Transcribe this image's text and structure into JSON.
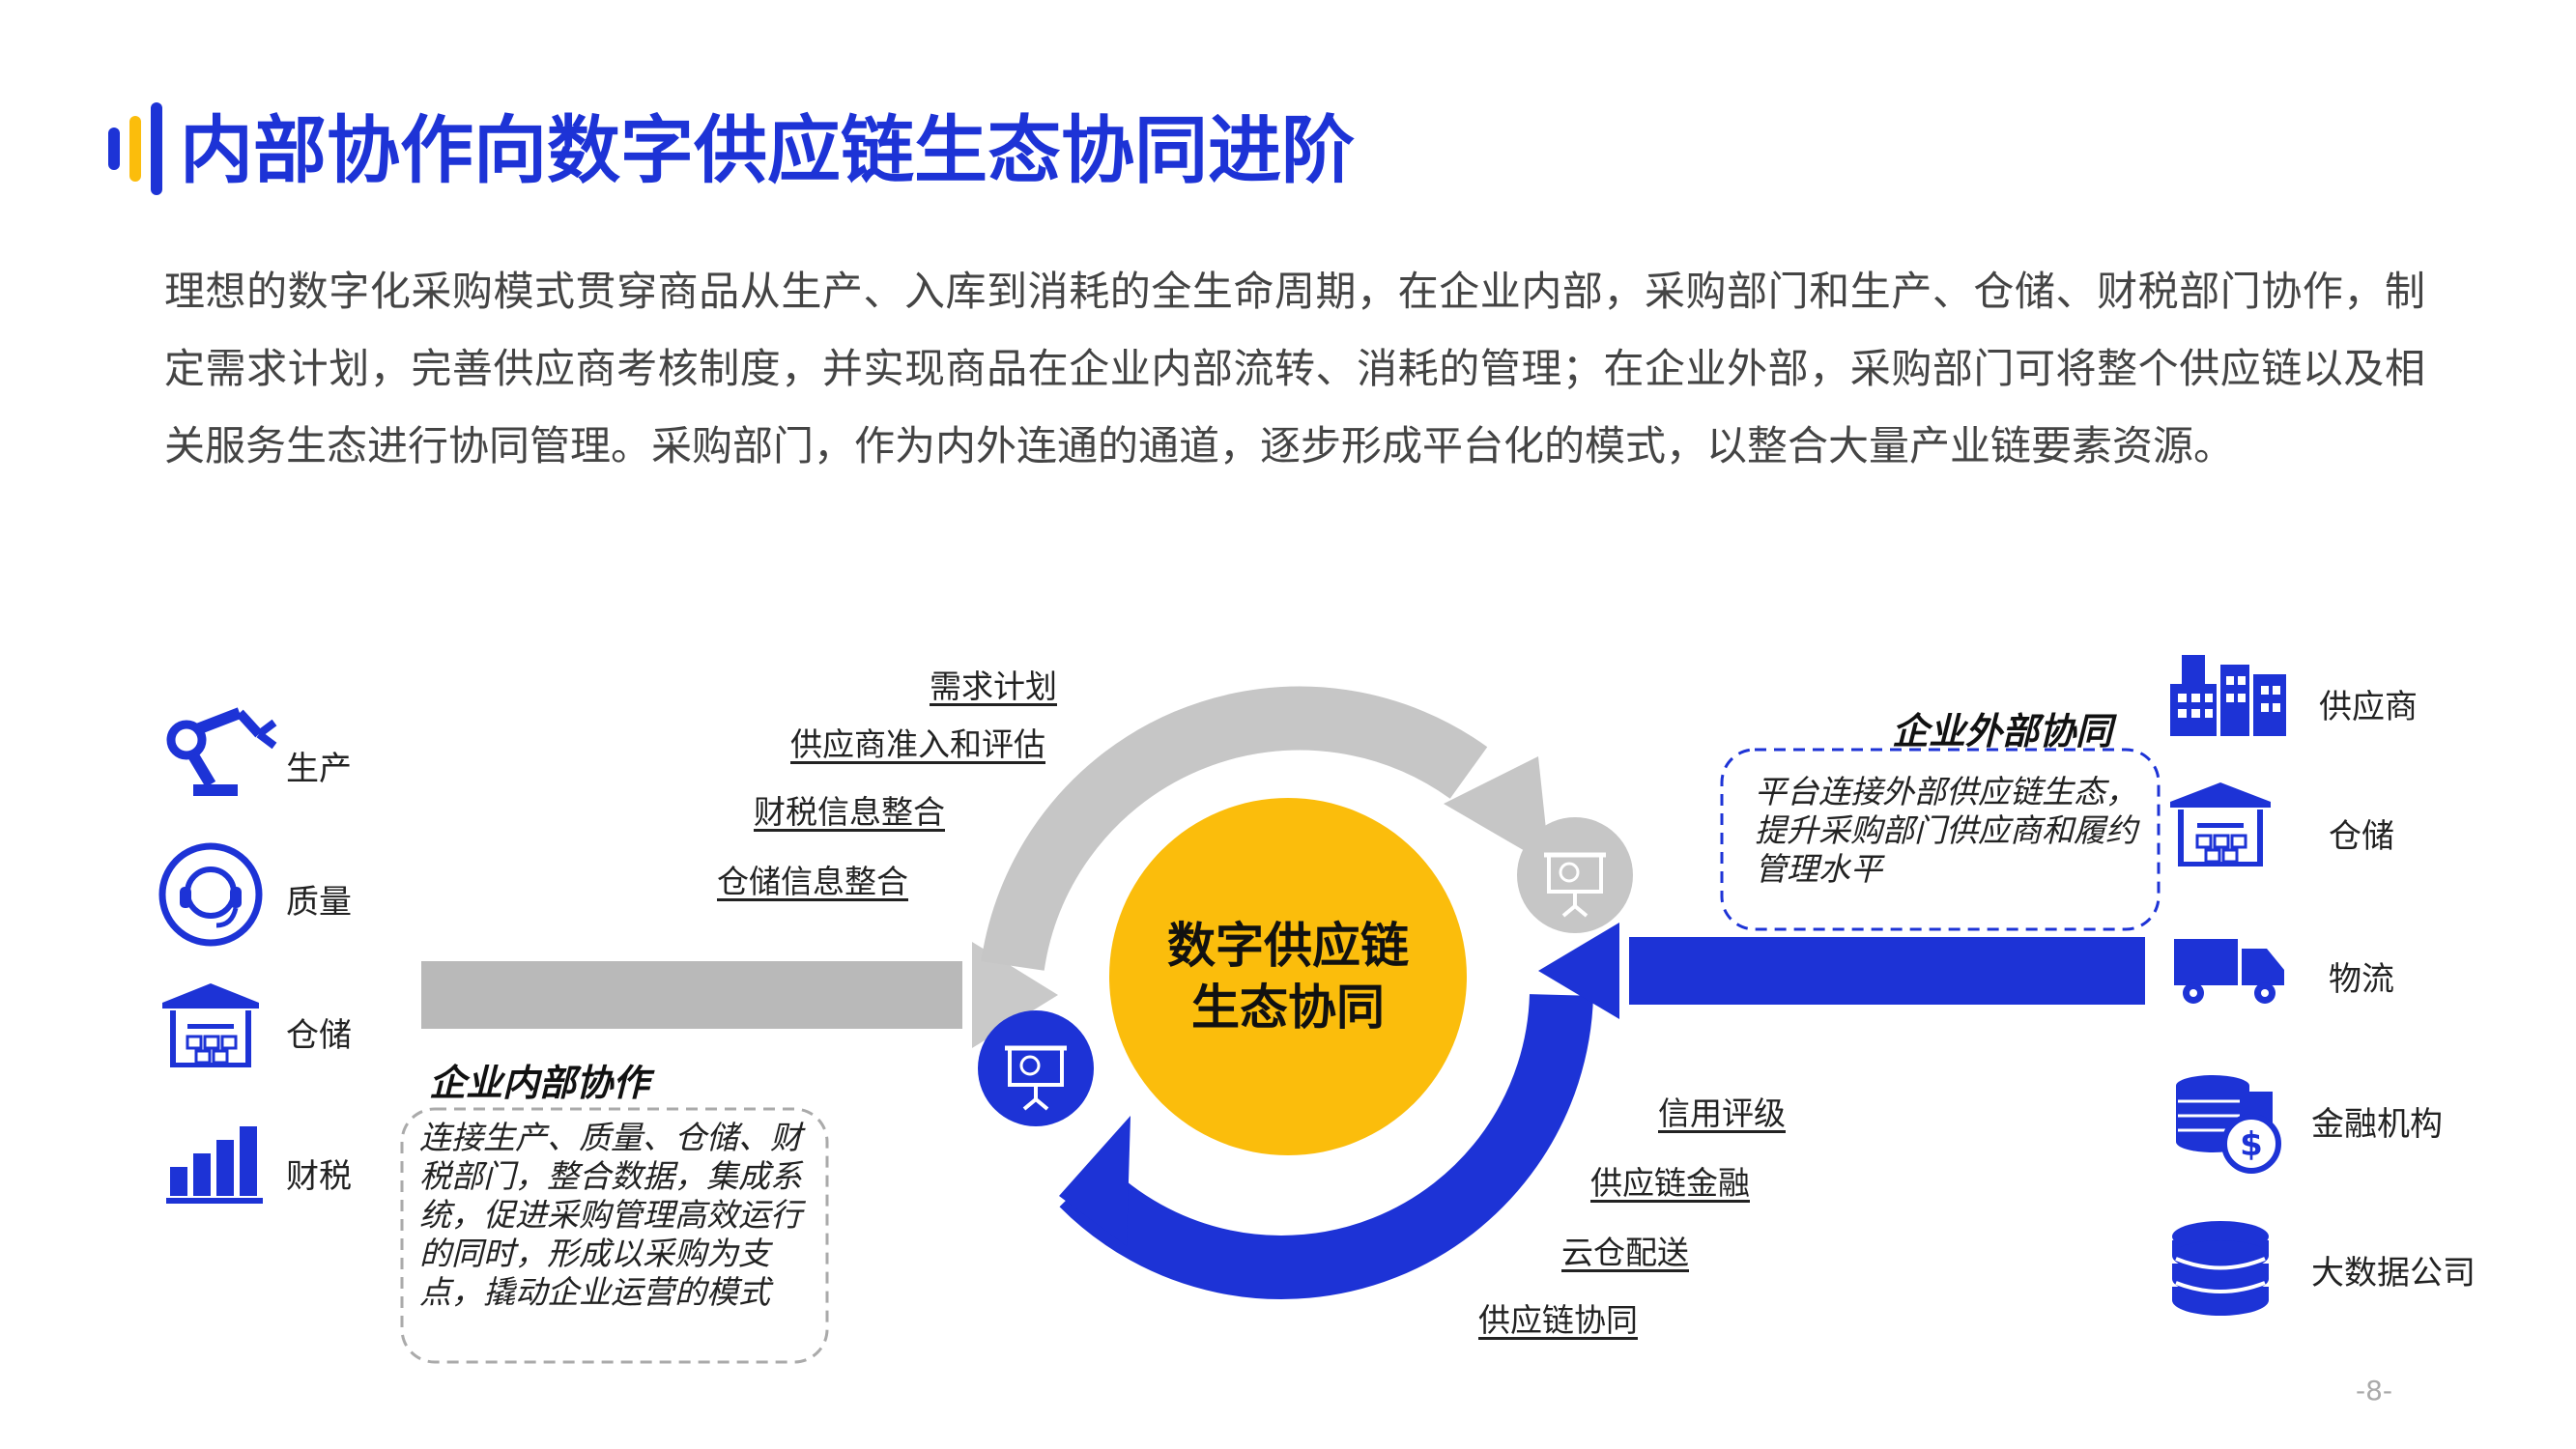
{
  "page": {
    "title": "内部协作向数字供应链生态协同进阶",
    "intro": "理想的数字化采购模式贯穿商品从生产、入库到消耗的全生命周期，在企业内部，采购部门和生产、仓储、财税部门协作，制定需求计划，完善供应商考核制度，并实现商品在企业内部流转、消耗的管理；在企业外部，采购部门可将整个供应链以及相关服务生态进行协同管理。采购部门，作为内外连通的通道，逐步形成平台化的模式，以整合大量产业链要素资源。",
    "page_number": "-8-"
  },
  "colors": {
    "brand_blue": "#1d33d6",
    "accent_yellow": "#fbbd0c",
    "arrow_gray": "#c6c6c6"
  },
  "diagram": {
    "center_line1": "数字供应链",
    "center_line2": "生态协同",
    "internal": {
      "items": [
        {
          "label": "生产",
          "icon": "robot-arm-icon"
        },
        {
          "label": "质量",
          "icon": "quality-headset-icon"
        },
        {
          "label": "仓储",
          "icon": "warehouse-icon"
        },
        {
          "label": "财税",
          "icon": "bar-chart-icon"
        }
      ],
      "section_title": "企业内部协作",
      "note": "连接生产、质量、仓储、财税部门，整合数据，集成系统，促进采购管理高效运行的同时，形成以采购为支点，撬动企业运营的模式"
    },
    "top_links": [
      "需求计划",
      "供应商准入和评估",
      "财税信息整合",
      "仓储信息整合"
    ],
    "bottom_links": [
      "信用评级",
      "供应链金融",
      "云仓配送",
      "供应链协同"
    ],
    "external": {
      "section_title": "企业外部协同",
      "note": "平台连接外部供应链生态，提升采购部门供应商和履约管理水平",
      "items": [
        {
          "label": "供应商",
          "icon": "buildings-icon"
        },
        {
          "label": "仓储",
          "icon": "warehouse-icon"
        },
        {
          "label": "物流",
          "icon": "truck-icon"
        },
        {
          "label": "金融机构",
          "icon": "coins-icon"
        },
        {
          "label": "大数据公司",
          "icon": "database-icon"
        }
      ]
    }
  }
}
